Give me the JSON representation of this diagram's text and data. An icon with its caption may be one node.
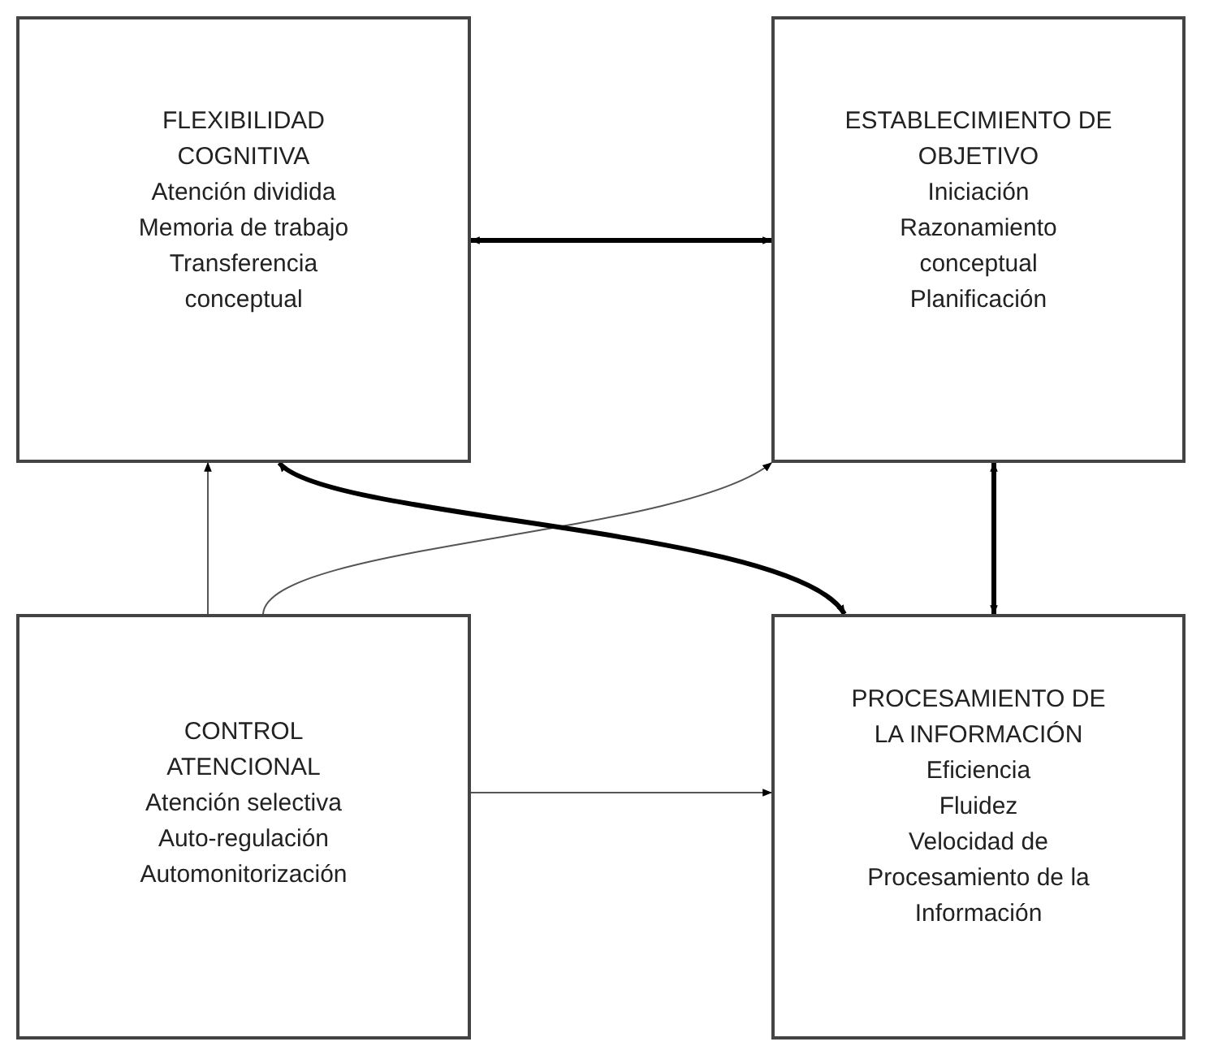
{
  "diagram": {
    "nodes": [
      {
        "text": [
          "FLEXIBILIDAD COGNITIVA",
          "Atención dividida",
          "Memoria de trabajo",
          "Transferencia conceptual"
        ]
      },
      {
        "text": [
          "ESTABLECIMIENTO DE OBJETIVO",
          "Iniciación",
          "Razonamiento conceptual",
          "Planificación"
        ]
      },
      {
        "text": [
          "CONTROL ATENCIONAL",
          "Atención selectiva",
          "Auto-regulación",
          "Automonitorización"
        ]
      },
      {
        "text": [
          "PROCESAMIENTO DE LA INFORMACIÓN",
          "Eficiencia",
          "Fluidez",
          "Velocidad de Procesamiento de la Información"
        ]
      }
    ],
    "edges": [
      {
        "from": 0,
        "to": 1,
        "arrow": "both",
        "style": "thick"
      },
      {
        "from": 2,
        "to": 0,
        "arrow": "to"
      },
      {
        "from": 2,
        "to": 1,
        "arrow": "to"
      },
      {
        "from": 0,
        "to": 3,
        "arrow": "both",
        "style": "thick"
      },
      {
        "from": 1,
        "to": 3,
        "arrow": "both",
        "style": "thick"
      },
      {
        "from": 2,
        "to": 3,
        "arrow": "to"
      }
    ]
  }
}
